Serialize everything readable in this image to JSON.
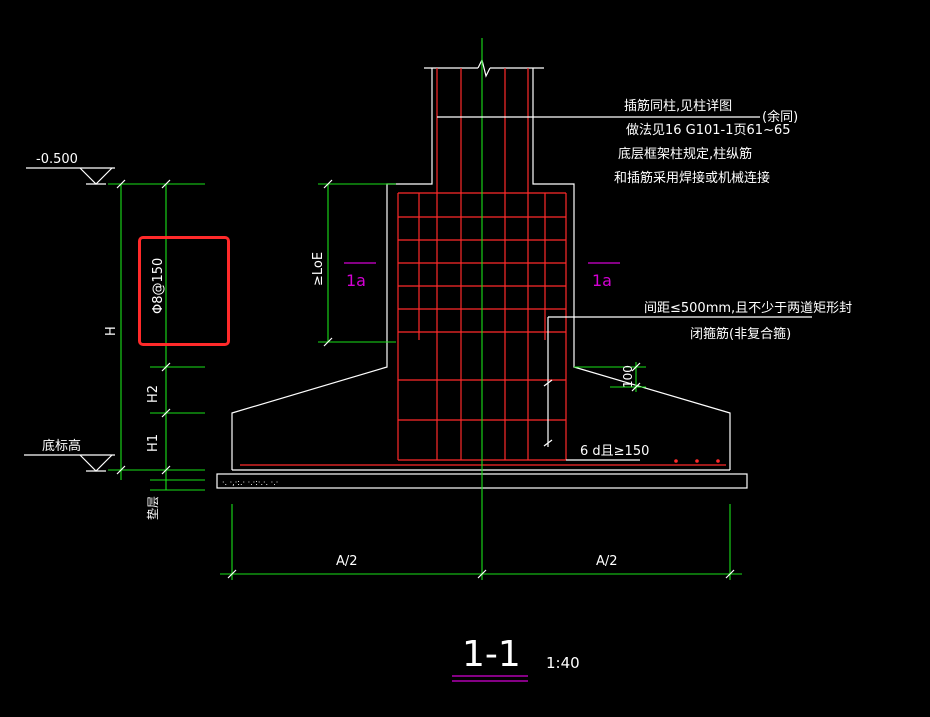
{
  "drawing": {
    "level_top": "-0.500",
    "level_bottom": "底标高",
    "note_1": "插筋同柱,见柱详图",
    "note_2": "做法见16 G101-1页61~65",
    "note_2_suffix": "(余同)",
    "note_3": "底层框架柱规定,柱纵筋",
    "note_4": "和插筋采用焊接或机械连接",
    "note_5": "间距≤500mm,且不少于两道矩形封",
    "note_6": "闭箍筋(非复合箍)",
    "dim_H": "H",
    "dim_H2": "H2",
    "dim_H1": "H1",
    "dim_cushion": "垫层",
    "stirrup_label": "Φ8@150",
    "anchor_label": "≥LoE",
    "la_left": "1a",
    "la_right": "1a",
    "dim_100": "100",
    "bottom_note": "6 d且≥150",
    "dim_A_left": "A/2",
    "dim_A_right": "A/2",
    "section_title": "1-1",
    "scale": "1:40"
  },
  "colors": {
    "background": "#000000",
    "outline": "#ffffff",
    "rebar": "#ff2a2a",
    "dimension": "#19e019",
    "annotation": "#d400d4",
    "highlight": "#ff2a2a"
  }
}
